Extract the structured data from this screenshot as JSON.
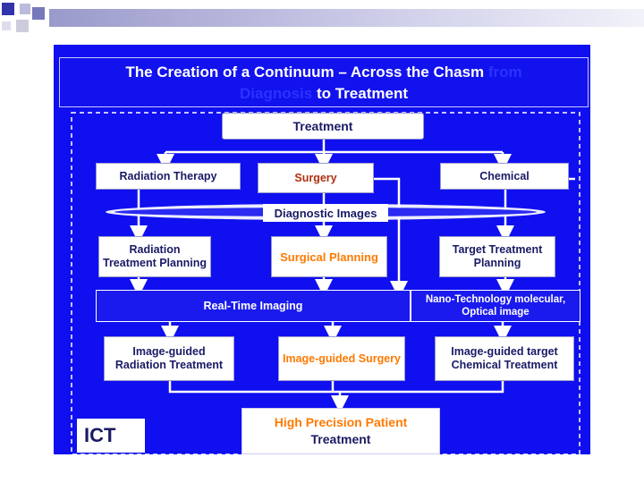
{
  "title": {
    "part1": "The Creation of a Continuum – Across the Chasm",
    "part2": "from",
    "part3": "Diagnosis",
    "part4": "to Treatment"
  },
  "nodes": {
    "treatment": "Treatment",
    "radiation_therapy": "Radiation Therapy",
    "surgery": "Surgery",
    "chemical": "Chemical",
    "diagnostic_images": "Diagnostic Images",
    "radiation_planning": "Radiation Treatment Planning",
    "surgical_planning": "Surgical Planning",
    "target_planning": "Target Treatment Planning",
    "real_time_imaging": "Real-Time Imaging",
    "nano_tech": "Nano-Technology molecular, Optical image",
    "ig_radiation": "Image-guided Radiation Treatment",
    "ig_surgery": "Image-guided Surgery",
    "ig_chemical": "Image-guided target Chemical Treatment",
    "high_precision_part1": "High Precision Patient",
    "high_precision_part2": "Treatment"
  },
  "badge": "ICT",
  "colors": {
    "panel": "#0f0ff0",
    "text_dark": "#1a1a66",
    "accent_orange": "#ff7a00"
  }
}
